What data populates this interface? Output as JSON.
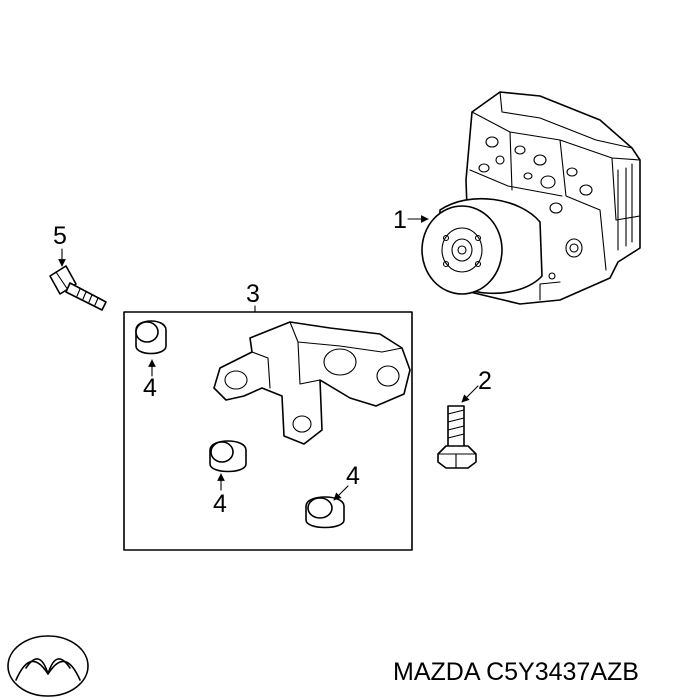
{
  "diagram": {
    "callouts": {
      "c1": "1",
      "c2": "2",
      "c3": "3",
      "c4a": "4",
      "c4b": "4",
      "c4c": "4",
      "c5": "5"
    },
    "part_number": "MAZDA C5Y3437AZB",
    "logo_icon": "mazda-logo-icon"
  }
}
